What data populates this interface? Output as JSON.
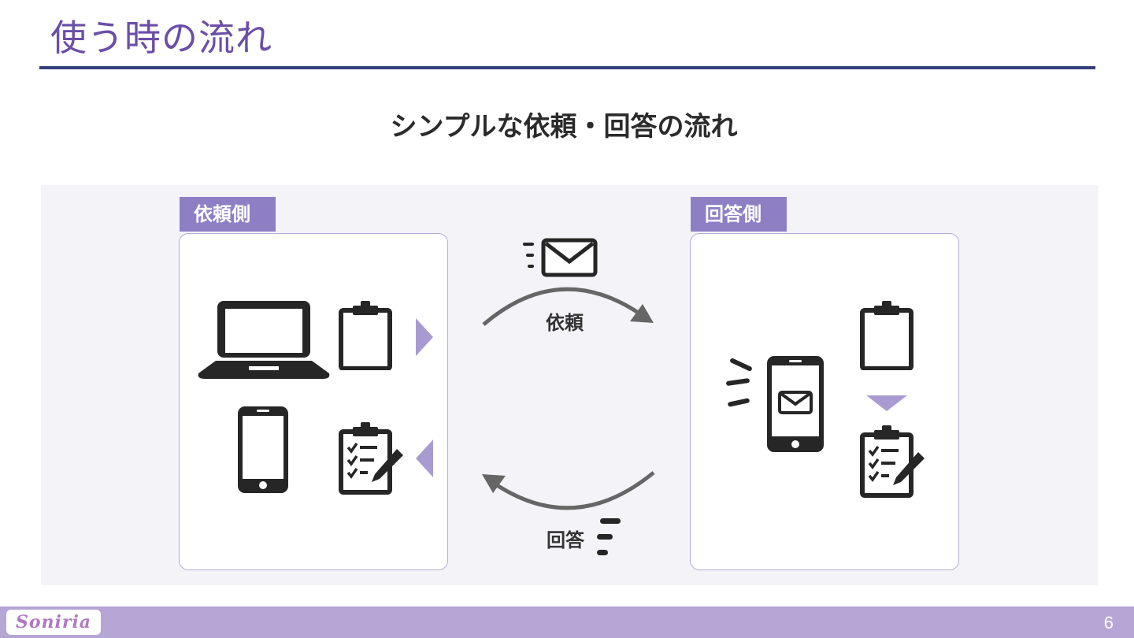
{
  "slide": {
    "title": "使う時の流れ",
    "subtitle": "シンプルな依頼・回答の流れ",
    "page_number": "6"
  },
  "left_card": {
    "tag": "依頼側",
    "icons": [
      "laptop-icon",
      "blank-clipboard-icon",
      "smartphone-icon",
      "filled-checklist-icon"
    ]
  },
  "right_card": {
    "tag": "回答側",
    "icons": [
      "smartphone-mail-icon",
      "blank-clipboard-icon",
      "filled-checklist-icon"
    ]
  },
  "flow": {
    "request_label": "依頼",
    "answer_label": "回答"
  },
  "footer": {
    "logo_text": "Soniria"
  },
  "colors": {
    "title": "#6a4fa8",
    "rule": "#33407e",
    "tag": "#8e7fc5",
    "footer": "#b5a6d6",
    "panel": "#f3f3f8",
    "accent_triangle": "#a99bd2",
    "icon": "#262626",
    "arrow": "#666666"
  }
}
